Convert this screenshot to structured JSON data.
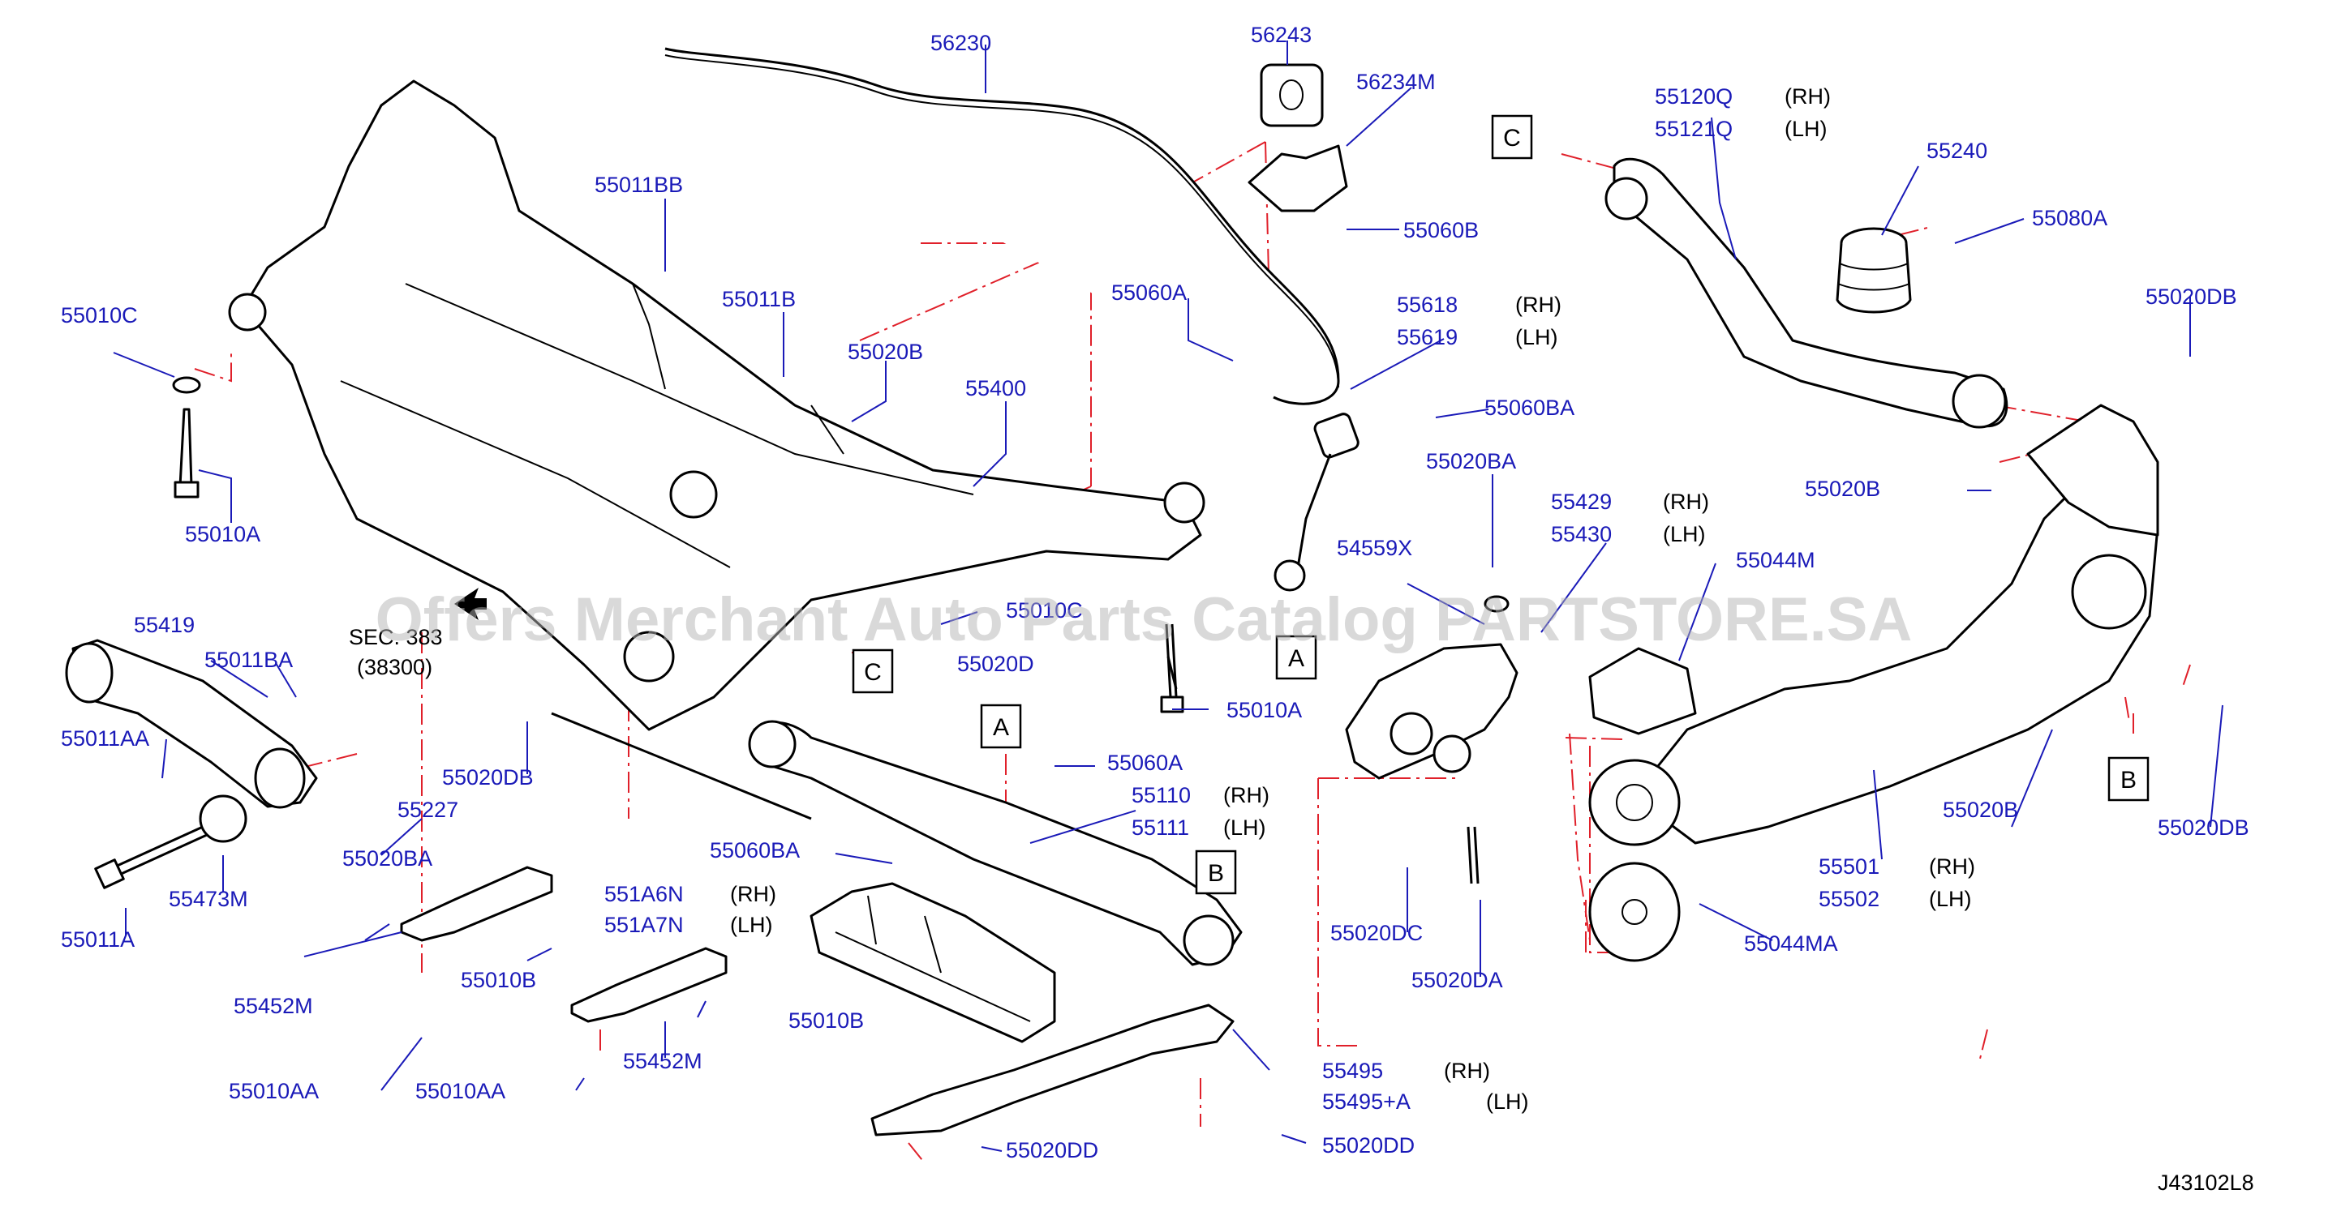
{
  "diagram_id": "J43102L8",
  "watermark": "Offers Merchant Auto Parts Catalog PARTSTORE.SA",
  "parts": [
    {
      "code": "56230"
    },
    {
      "code": "56243"
    },
    {
      "code": "56234M"
    },
    {
      "code": "55011BB"
    },
    {
      "code": "55060B"
    },
    {
      "code": "55060A"
    },
    {
      "code": "55618",
      "side": "(RH)"
    },
    {
      "code": "55619",
      "side": "(LH)"
    },
    {
      "code": "55120Q",
      "side": "(RH)"
    },
    {
      "code": "55121Q",
      "side": "(LH)"
    },
    {
      "code": "55240"
    },
    {
      "code": "55080A"
    },
    {
      "code": "55010C"
    },
    {
      "code": "55011B"
    },
    {
      "code": "55020B"
    },
    {
      "code": "55400"
    },
    {
      "code": "55060BA"
    },
    {
      "code": "55020DB"
    },
    {
      "code": "55020BA"
    },
    {
      "code": "55020B"
    },
    {
      "code": "55010A"
    },
    {
      "code": "55429",
      "side": "(RH)"
    },
    {
      "code": "55430",
      "side": "(LH)"
    },
    {
      "code": "54559X"
    },
    {
      "code": "55044M"
    },
    {
      "code": "55419"
    },
    {
      "code": "55011BA"
    },
    {
      "code": "55010C"
    },
    {
      "code": "55020D"
    },
    {
      "code": "55010A"
    },
    {
      "code": "55011AA"
    },
    {
      "code": "55020DB"
    },
    {
      "code": "55060A"
    },
    {
      "code": "55110",
      "side": "(RH)"
    },
    {
      "code": "55111",
      "side": "(LH)"
    },
    {
      "code": "55227"
    },
    {
      "code": "55020BA"
    },
    {
      "code": "55473M"
    },
    {
      "code": "55011A"
    },
    {
      "code": "55060BA"
    },
    {
      "code": "551A6N",
      "side": "(RH)"
    },
    {
      "code": "551A7N",
      "side": "(LH)"
    },
    {
      "code": "55010B"
    },
    {
      "code": "55452M"
    },
    {
      "code": "55010B"
    },
    {
      "code": "55452M"
    },
    {
      "code": "55010AA"
    },
    {
      "code": "55010AA"
    },
    {
      "code": "55020DC"
    },
    {
      "code": "55020DA"
    },
    {
      "code": "55044MA"
    },
    {
      "code": "55020B"
    },
    {
      "code": "55020DB"
    },
    {
      "code": "55501",
      "side": "(RH)"
    },
    {
      "code": "55502",
      "side": "(LH)"
    },
    {
      "code": "55495",
      "side": "(RH)"
    },
    {
      "code": "55495+A",
      "side": "(LH)"
    },
    {
      "code": "55020DD"
    },
    {
      "code": "55020DD"
    }
  ],
  "section_ref": {
    "line1": "SEC. 383",
    "line2": "(38300)"
  },
  "callouts": [
    "C",
    "A",
    "C",
    "A",
    "B",
    "B"
  ]
}
